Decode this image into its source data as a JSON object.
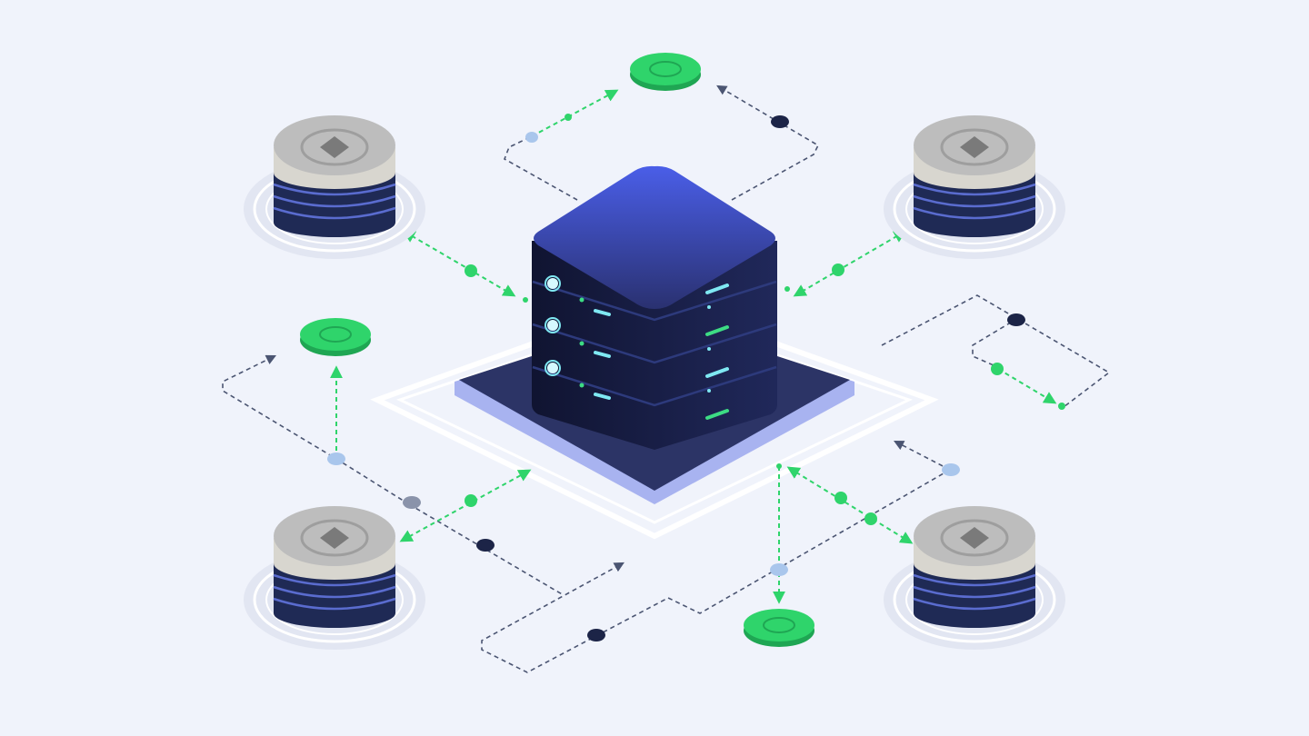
{
  "palette": {
    "background": "#f0f3fb",
    "server_top": "#4a5ee8",
    "server_body": "#1a1f44",
    "server_led_cyan": "#7fe8f2",
    "server_led_green": "#3ddc84",
    "db_cap": "#bdbdbd",
    "db_body": "#1f2a55",
    "db_ring": "#d7dcec",
    "accent_green": "#2fd46b",
    "dashed_gray": "#4b5572",
    "dot_navy": "#1c2447",
    "dot_lightblue": "#a9c6ec"
  },
  "diagram": {
    "center_node": {
      "icon": "server-rack-icon",
      "units": 3
    },
    "database_nodes": [
      {
        "id": "db-top-left",
        "icon": "database-icon"
      },
      {
        "id": "db-top-right",
        "icon": "database-icon"
      },
      {
        "id": "db-bottom-left",
        "icon": "database-icon"
      },
      {
        "id": "db-bottom-right",
        "icon": "database-icon"
      }
    ],
    "client_nodes": [
      {
        "id": "client-top",
        "icon": "green-token-icon"
      },
      {
        "id": "client-left",
        "icon": "green-token-icon"
      },
      {
        "id": "client-bottom",
        "icon": "green-token-icon"
      }
    ],
    "links": [
      {
        "from": "server",
        "to": "db-top-left",
        "style": "green-dashed",
        "direction": "bidirectional"
      },
      {
        "from": "server",
        "to": "db-top-right",
        "style": "green-dashed",
        "direction": "bidirectional"
      },
      {
        "from": "server",
        "to": "db-bottom-left",
        "style": "green-dashed",
        "direction": "bidirectional"
      },
      {
        "from": "server",
        "to": "db-bottom-right",
        "style": "green-dashed",
        "direction": "bidirectional"
      },
      {
        "from": "server",
        "to": "client-top",
        "style": "gray-dashed",
        "direction": "loop"
      },
      {
        "from": "server",
        "to": "client-left",
        "style": "gray-dashed",
        "direction": "loop"
      },
      {
        "from": "server",
        "to": "client-bottom",
        "style": "green-dashed",
        "direction": "to-client"
      }
    ]
  }
}
